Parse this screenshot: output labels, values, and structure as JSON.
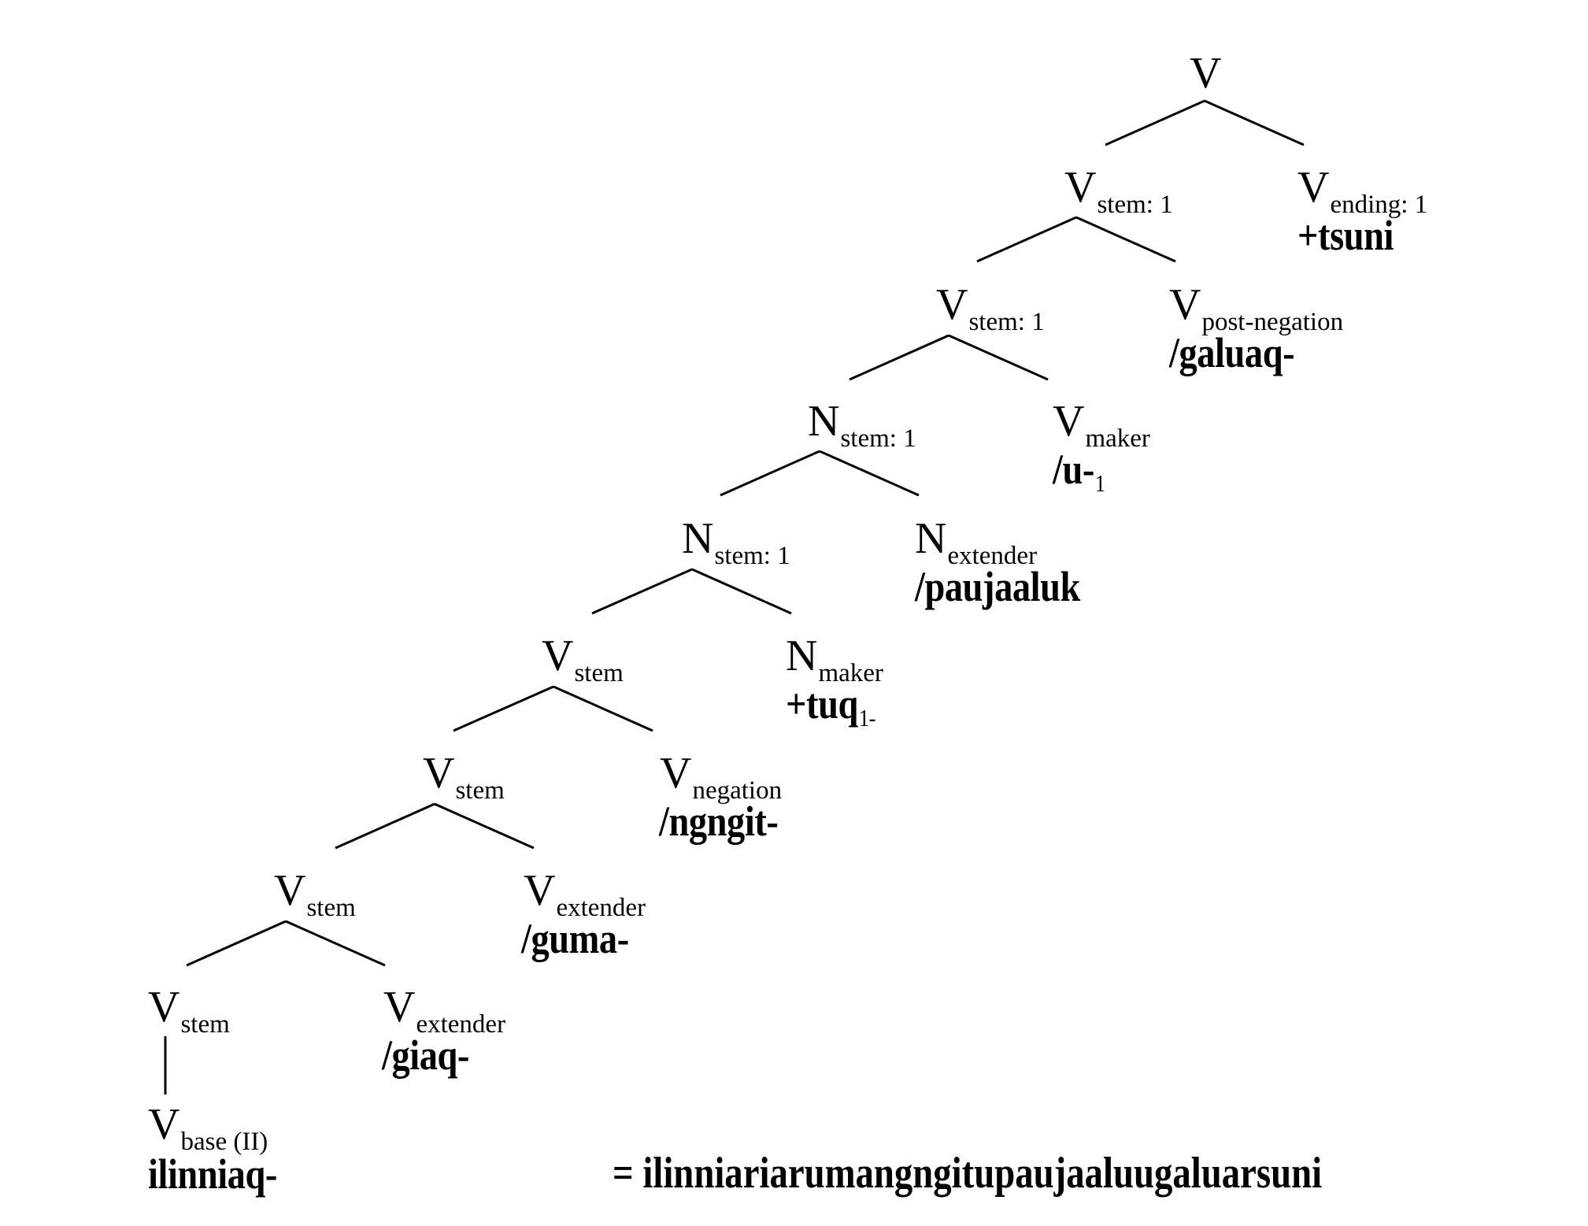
{
  "diagram": {
    "type": "morphological-tree",
    "root": {
      "cat": "V",
      "sub": ""
    },
    "nodes": [
      {
        "id": "n0",
        "level": 0,
        "cat": "V",
        "sub": "",
        "morph": "",
        "morph_sub": ""
      },
      {
        "id": "n1",
        "level": 1,
        "cat": "V",
        "sub": "stem: 1",
        "morph": "",
        "morph_sub": ""
      },
      {
        "id": "n1r",
        "level": 1,
        "cat": "V",
        "sub": "ending: 1",
        "morph": "+tsuni",
        "morph_sub": ""
      },
      {
        "id": "n2",
        "level": 2,
        "cat": "V",
        "sub": "stem: 1",
        "morph": "",
        "morph_sub": ""
      },
      {
        "id": "n2r",
        "level": 2,
        "cat": "V",
        "sub": "post-negation",
        "morph": "/galuaq-",
        "morph_sub": ""
      },
      {
        "id": "n3",
        "level": 3,
        "cat": "N",
        "sub": "stem: 1",
        "morph": "",
        "morph_sub": ""
      },
      {
        "id": "n3r",
        "level": 3,
        "cat": "V",
        "sub": "maker",
        "morph": "/u-",
        "morph_sub": "1"
      },
      {
        "id": "n4",
        "level": 4,
        "cat": "N",
        "sub": "stem: 1",
        "morph": "",
        "morph_sub": ""
      },
      {
        "id": "n4r",
        "level": 4,
        "cat": "N",
        "sub": "extender",
        "morph": "/paujaaluk",
        "morph_sub": ""
      },
      {
        "id": "n5",
        "level": 5,
        "cat": "V",
        "sub": "stem",
        "morph": "",
        "morph_sub": ""
      },
      {
        "id": "n5r",
        "level": 5,
        "cat": "N",
        "sub": "maker",
        "morph": "+tuq",
        "morph_sub": "1-"
      },
      {
        "id": "n6",
        "level": 6,
        "cat": "V",
        "sub": "stem",
        "morph": "",
        "morph_sub": ""
      },
      {
        "id": "n6r",
        "level": 6,
        "cat": "V",
        "sub": "negation",
        "morph": "/ngngit-",
        "morph_sub": ""
      },
      {
        "id": "n7",
        "level": 7,
        "cat": "V",
        "sub": "stem",
        "morph": "",
        "morph_sub": ""
      },
      {
        "id": "n7r",
        "level": 7,
        "cat": "V",
        "sub": "extender",
        "morph": "/guma-",
        "morph_sub": ""
      },
      {
        "id": "n8",
        "level": 8,
        "cat": "V",
        "sub": "stem",
        "morph": "",
        "morph_sub": ""
      },
      {
        "id": "n8r",
        "level": 8,
        "cat": "V",
        "sub": "extender",
        "morph": "/giaq-",
        "morph_sub": ""
      },
      {
        "id": "n9",
        "level": 9,
        "cat": "V",
        "sub": "base (II)",
        "morph": "ilinniaq-",
        "morph_sub": ""
      }
    ],
    "result": "= ilinniariarumangngitupaujaaluugaluarsuni"
  }
}
